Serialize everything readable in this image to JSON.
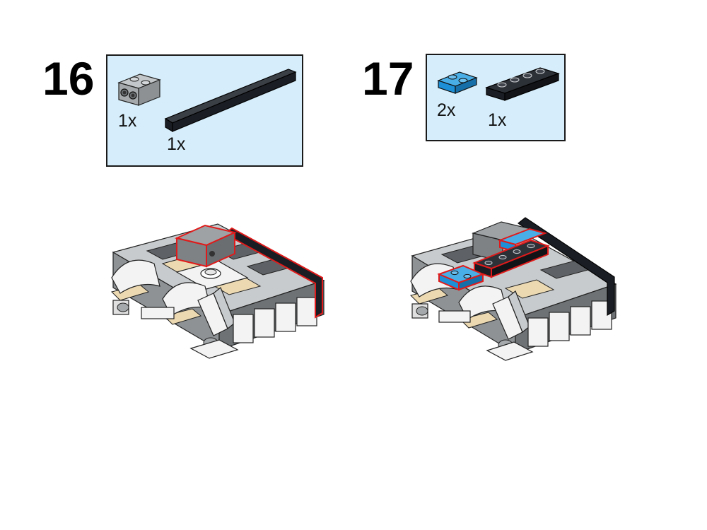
{
  "steps": [
    {
      "number": "16",
      "parts": [
        {
          "name": "brick-1x2-studs-on-side",
          "color": "#a5a9ab",
          "qty": "1x"
        },
        {
          "name": "tile-1x8",
          "color": "#1a1d23",
          "qty": "1x"
        }
      ]
    },
    {
      "number": "17",
      "parts": [
        {
          "name": "plate-1x2",
          "color": "#1c8fd6",
          "qty": "2x"
        },
        {
          "name": "plate-1x4",
          "color": "#1a1d23",
          "qty": "1x"
        }
      ]
    }
  ],
  "colors": {
    "callout_bg": "#d6eefb",
    "highlight": "#e01a1a",
    "white_part": "#f3f3f3",
    "light_gray": "#a5a9ab",
    "dark_gray": "#5e6266",
    "tan": "#ecd9b1",
    "black": "#1a1d23",
    "blue": "#1c8fd6"
  }
}
